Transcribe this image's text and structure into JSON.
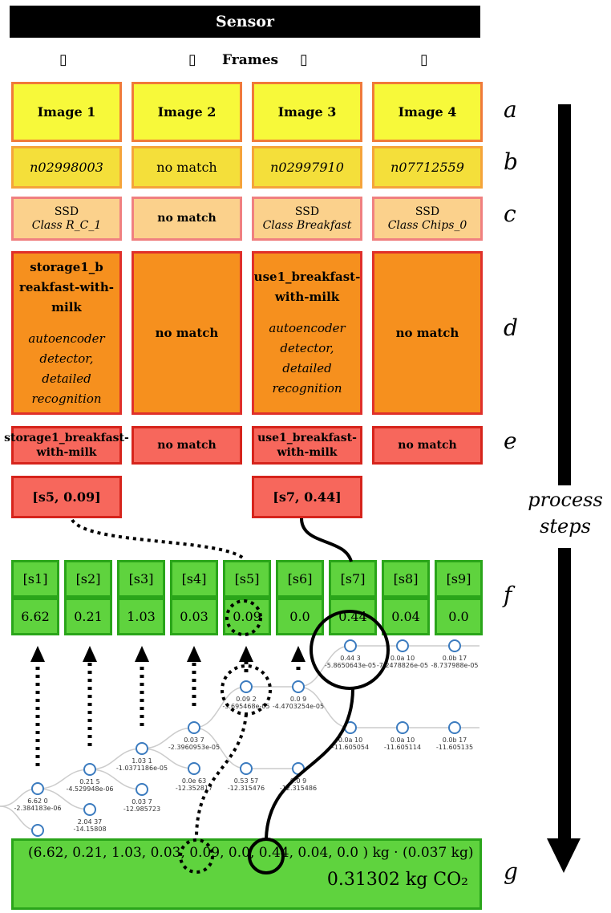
{
  "title": "Sensor",
  "frames_label": "Frames",
  "missing_glyph": "▯",
  "rows": {
    "a": [
      "Image 1",
      "Image 2",
      "Image 3",
      "Image 4"
    ],
    "b": [
      "n02998003",
      "no match",
      "n02997910",
      "n07712559"
    ],
    "c": [
      {
        "title": "SSD",
        "sub": "Class R_C_1"
      },
      {
        "title": "no match",
        "sub": ""
      },
      {
        "title": "SSD",
        "sub": "Class Breakfast"
      },
      {
        "title": "SSD",
        "sub": "Class Chips_0"
      }
    ],
    "d": [
      {
        "title": "storage1_b reakfast-with-milk",
        "sub": "autoencoder detector, detailed recognition"
      },
      {
        "title": "no match",
        "sub": ""
      },
      {
        "title": "use1_breakfast-with-milk",
        "sub": "autoencoder detector, detailed recognition"
      },
      {
        "title": "no match",
        "sub": ""
      }
    ],
    "e": [
      "storage1_breakfast-with-milk",
      "no match",
      "use1_breakfast-with-milk",
      "no match"
    ],
    "s": [
      "[s5, 0.09]",
      "[s7, 0.44]"
    ]
  },
  "states": [
    {
      "label": "[s1]",
      "value": "6.62"
    },
    {
      "label": "[s2]",
      "value": "0.21"
    },
    {
      "label": "[s3]",
      "value": "1.03"
    },
    {
      "label": "[s4]",
      "value": "0.03"
    },
    {
      "label": "[s5]",
      "value": "0.09"
    },
    {
      "label": "[s6]",
      "value": "0.0"
    },
    {
      "label": "[s7]",
      "value": "0.44"
    },
    {
      "label": "[s8]",
      "value": "0.04"
    },
    {
      "label": "[s9]",
      "value": "0.0"
    }
  ],
  "letters": [
    "a",
    "b",
    "c",
    "d",
    "e",
    "f",
    "g"
  ],
  "process_label": [
    "process",
    "steps"
  ],
  "tree_nodes": [
    [
      "6.62 0",
      "-2.384183e-06"
    ],
    [
      "",
      ""
    ],
    [
      "0.21 5",
      "-4.529948e-06"
    ],
    [
      "2.04 37",
      "-14.15808"
    ],
    [
      "1.03 1",
      "-1.0371186e-05"
    ],
    [
      "0.03 7",
      "-12.985723"
    ],
    [
      "0.03 7",
      "-2.3960953e-05"
    ],
    [
      "0.0e 63",
      "-12.352817"
    ],
    [
      "0.09 2",
      "-3.695468e-05"
    ],
    [
      "0.53 57",
      "-12.315476"
    ],
    [
      "0.0 9",
      "-4.4703254e-05"
    ],
    [
      "0.0 9",
      "-12.315486"
    ],
    [
      "0.44 3",
      "-5.8650643e-05"
    ],
    [
      "0.0a 10",
      "-7.2478826e-05"
    ],
    [
      "0.0b 17",
      "-8.737988e-05"
    ],
    [
      "0.0a 10",
      "-11.605054"
    ],
    [
      "0.0a 10",
      "-11.605114"
    ],
    [
      "0.0b 17",
      "-11.605135"
    ]
  ],
  "result": {
    "vector": "(6.62, 0.21, 1.03, 0.03, 0.09, 0.0, 0.44, 0.04, 0.0 ) kg  ·  (0.037 kg)",
    "total": "0.31302 kg CO₂"
  }
}
